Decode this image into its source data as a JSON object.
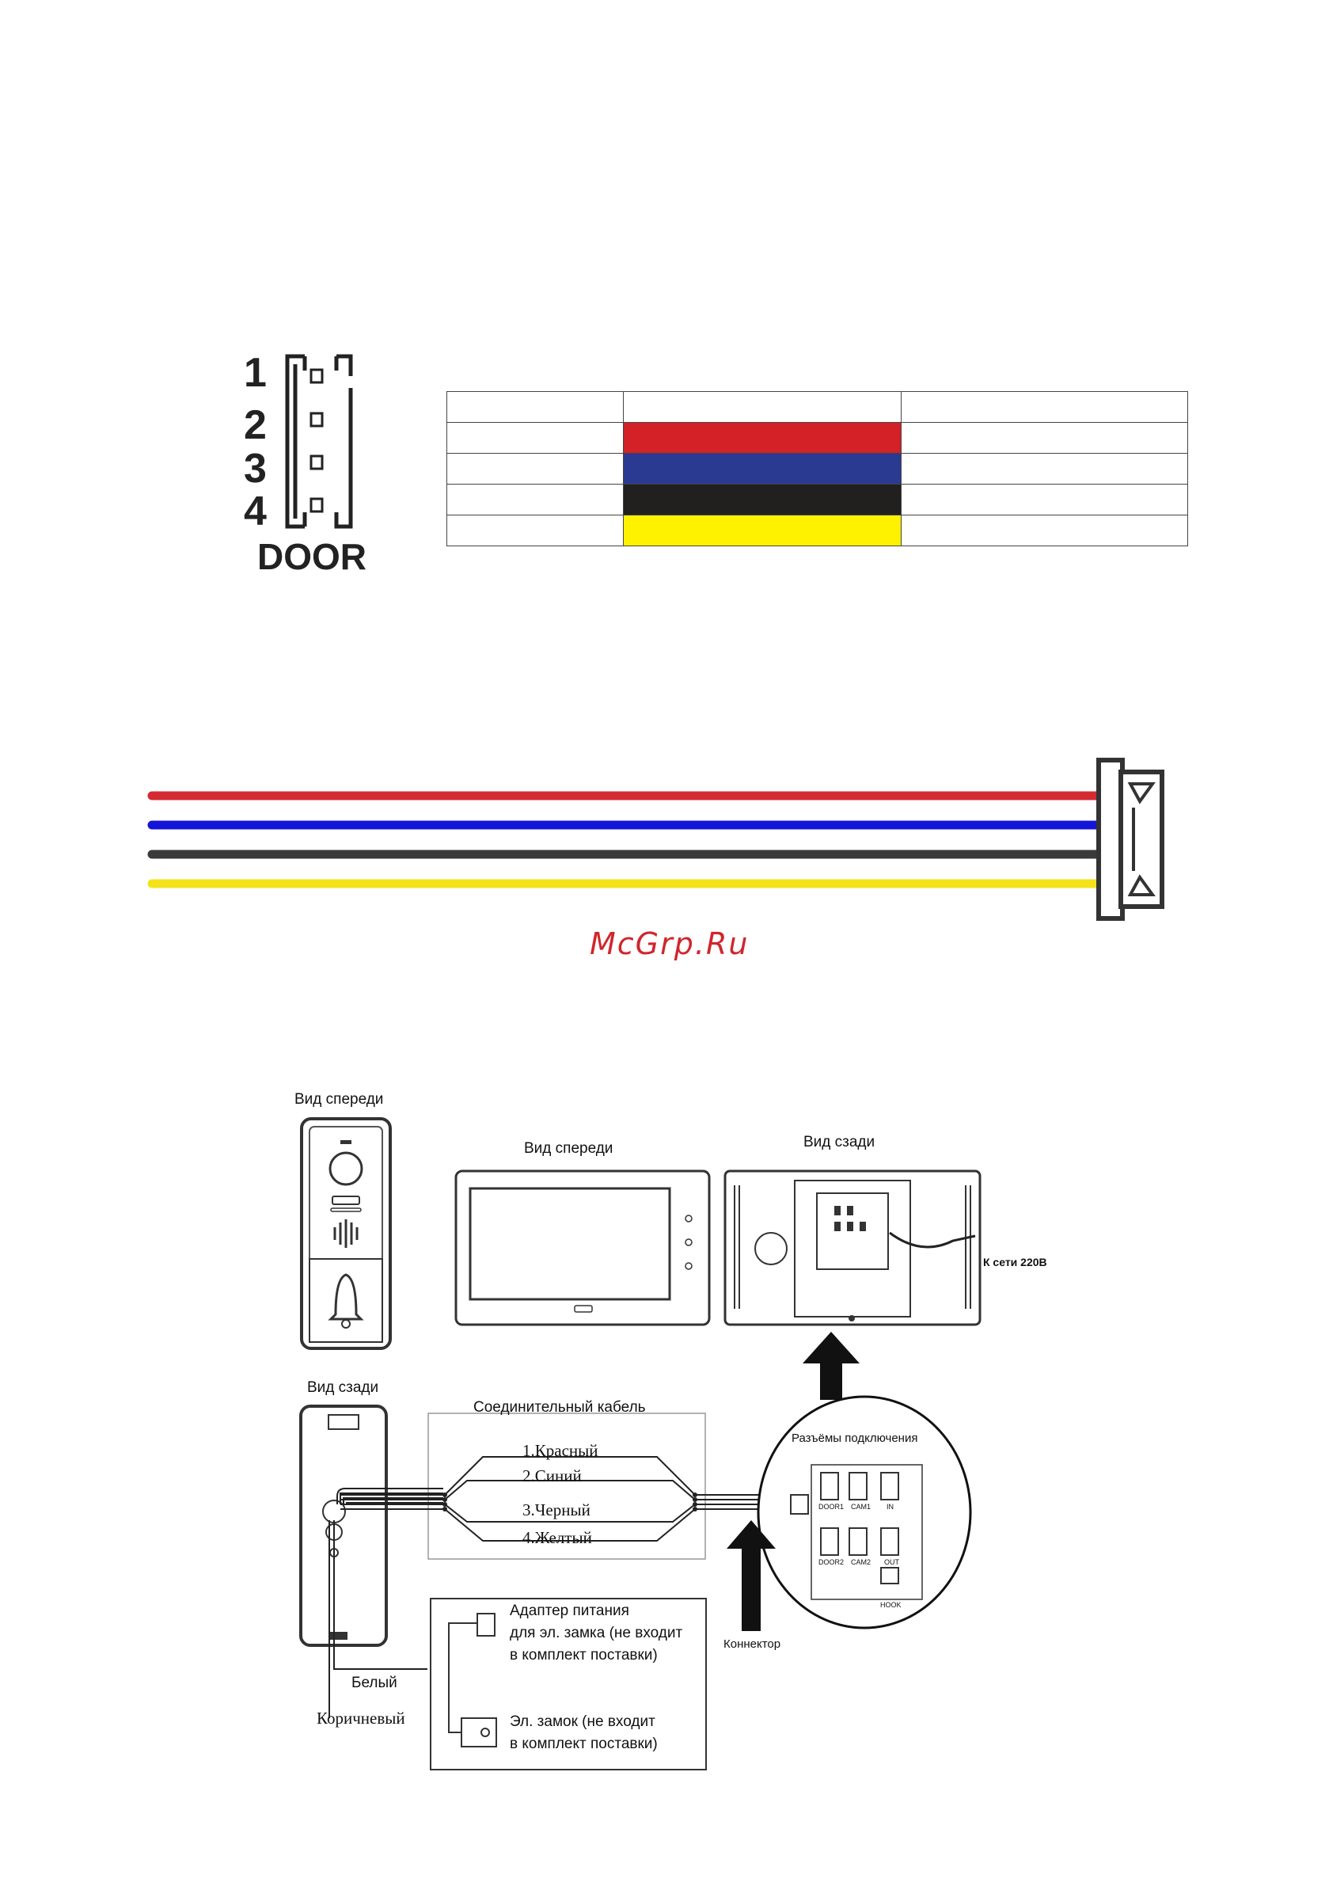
{
  "connector": {
    "pins": [
      "1",
      "2",
      "3",
      "4"
    ],
    "label": "DOOR"
  },
  "wire_table": {
    "rows": [
      {
        "color": ""
      },
      {
        "color": "#d42127"
      },
      {
        "color": "#2b3a91"
      },
      {
        "color": "#221f1f"
      },
      {
        "color": "#fff200"
      }
    ]
  },
  "cable": {
    "wire_colors": [
      "#d42a32",
      "#1515d8",
      "#3a3a3a",
      "#f5e31a"
    ]
  },
  "watermark": {
    "text": "McGrp.Ru",
    "color": "#d0262d"
  },
  "diagram": {
    "panel_front_title": "Вид спереди",
    "panel_back_title": "Вид сзади",
    "monitor_front_title": "Вид спереди",
    "monitor_back_title": "Вид сзади",
    "mains_label": "К сети 220В",
    "cable_box_title": "Соединительный кабель",
    "wires": [
      "1.Красный",
      "2.Синий",
      "3.Черный",
      "4.Желтый"
    ],
    "connectors_title": "Разъёмы подключения",
    "ports_top": [
      "DOOR1",
      "CAM1",
      "IN"
    ],
    "ports_bottom": [
      "DOOR2",
      "CAM2",
      "OUT"
    ],
    "port_hook": "HOOK",
    "connector_label": "Коннектор",
    "adapter_label": [
      "Адаптер питания",
      "для эл. замка (не входит",
      "в комплект поставки)"
    ],
    "lock_label": [
      "Эл. замок (не входит",
      "в комплект поставки)"
    ],
    "white_label": "Белый",
    "brown_label": "Коричневый"
  }
}
